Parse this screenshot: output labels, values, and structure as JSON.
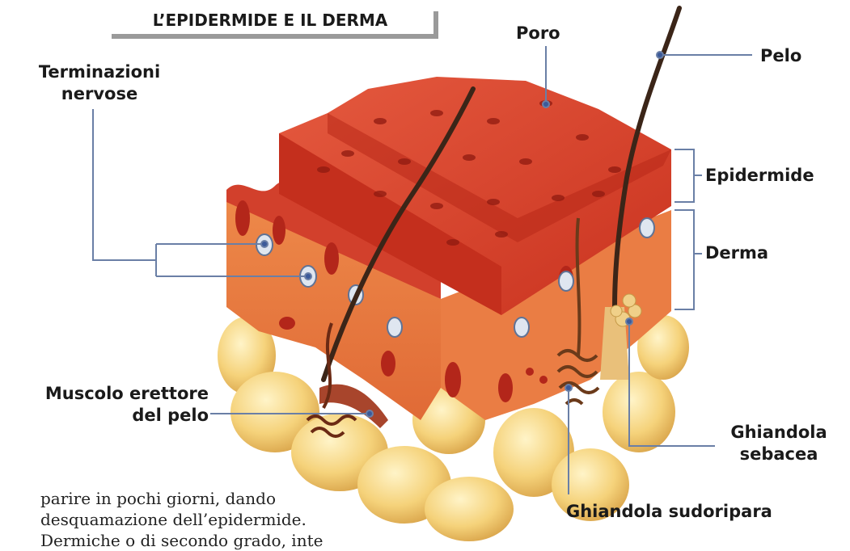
{
  "title": "L’EPIDERMIDE E IL DERMA",
  "labels": {
    "poro": "Poro",
    "pelo": "Pelo",
    "terminazioni_1": "Terminazioni",
    "terminazioni_2": "nervose",
    "epidermide": "Epidermide",
    "derma": "Derma",
    "muscolo_1": "Muscolo erettore",
    "muscolo_2": "del pelo",
    "sebacea_1": "Ghiandola",
    "sebacea_2": "sebacea",
    "sudoripara": "Ghiandola sudoripara"
  },
  "body_text": {
    "line1": "parire in pochi giorni, dando",
    "line2": "desquamazione dell’epidermide.",
    "line3": "Dermiche o di secondo grado, inte"
  },
  "colors": {
    "epidermis": "#d8402f",
    "dermis": "#e8783f",
    "fat": "#f2cf6e",
    "hair": "#3b2518",
    "leader": "#6a7fa6"
  }
}
